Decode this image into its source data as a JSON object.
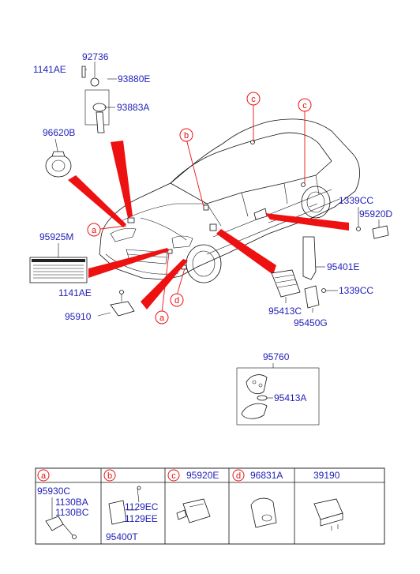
{
  "diagram": {
    "parts": {
      "p92736": "92736",
      "p1141AE_top": "1141AE",
      "p93880E": "93880E",
      "p93883A": "93883A",
      "p96620B": "96620B",
      "p95925M": "95925M",
      "p1141AE_mid": "1141AE",
      "p95910": "95910",
      "p1339CC_top": "1339CC",
      "p95920D": "95920D",
      "p95401E": "95401E",
      "p1339CC_mid": "1339CC",
      "p95413C": "95413C",
      "p95450G": "95450G",
      "p95760": "95760",
      "p95413A": "95413A"
    },
    "callouts": {
      "a1": "a",
      "a2": "a",
      "b": "b",
      "c1": "c",
      "c2": "c",
      "d": "d"
    },
    "legend": {
      "cells": [
        {
          "tag": "a",
          "parts": [
            "95930C",
            "1130BA",
            "1130BC"
          ]
        },
        {
          "tag": "b",
          "parts": [
            "1129EC",
            "1129EE",
            "95400T"
          ]
        },
        {
          "tag": "c",
          "parts": [
            "95920E"
          ]
        },
        {
          "tag": "d",
          "parts": [
            "96831A"
          ]
        },
        {
          "tag": "",
          "parts": [
            "39190"
          ]
        }
      ]
    },
    "colors": {
      "part_number": "#1f1fb8",
      "callout": "#dd1111",
      "wedge": "#ee1111"
    }
  }
}
